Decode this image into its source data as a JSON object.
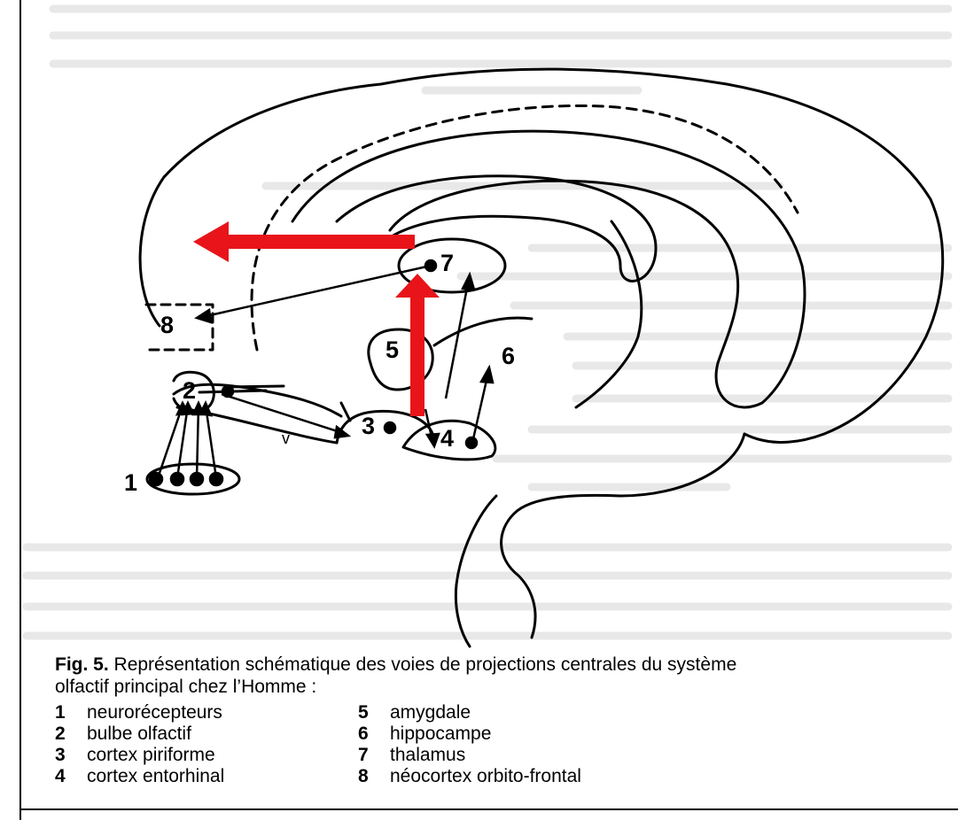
{
  "diagram": {
    "labels": {
      "n1": "1",
      "n2": "2",
      "n3": "3",
      "n4": "4",
      "n5": "5",
      "n6": "6",
      "n7": "7",
      "n8": "8",
      "v": "v"
    },
    "colors": {
      "overlay_arrow": "#e8141a",
      "ink": "#000000"
    }
  },
  "caption": {
    "fig": "Fig. 5.",
    "text": " Représentation schématique des voies de projections centrales du système",
    "text2": "olfactif principal chez l’Homme :"
  },
  "legend": [
    {
      "num": "1",
      "label": "neurorécepteurs"
    },
    {
      "num": "2",
      "label": "bulbe olfactif"
    },
    {
      "num": "3",
      "label": "cortex piriforme"
    },
    {
      "num": "4",
      "label": "cortex entorhinal"
    },
    {
      "num": "5",
      "label": "amygdale"
    },
    {
      "num": "6",
      "label": "hippocampe"
    },
    {
      "num": "7",
      "label": "thalamus"
    },
    {
      "num": "8",
      "label": "néocortex orbito-frontal"
    }
  ]
}
